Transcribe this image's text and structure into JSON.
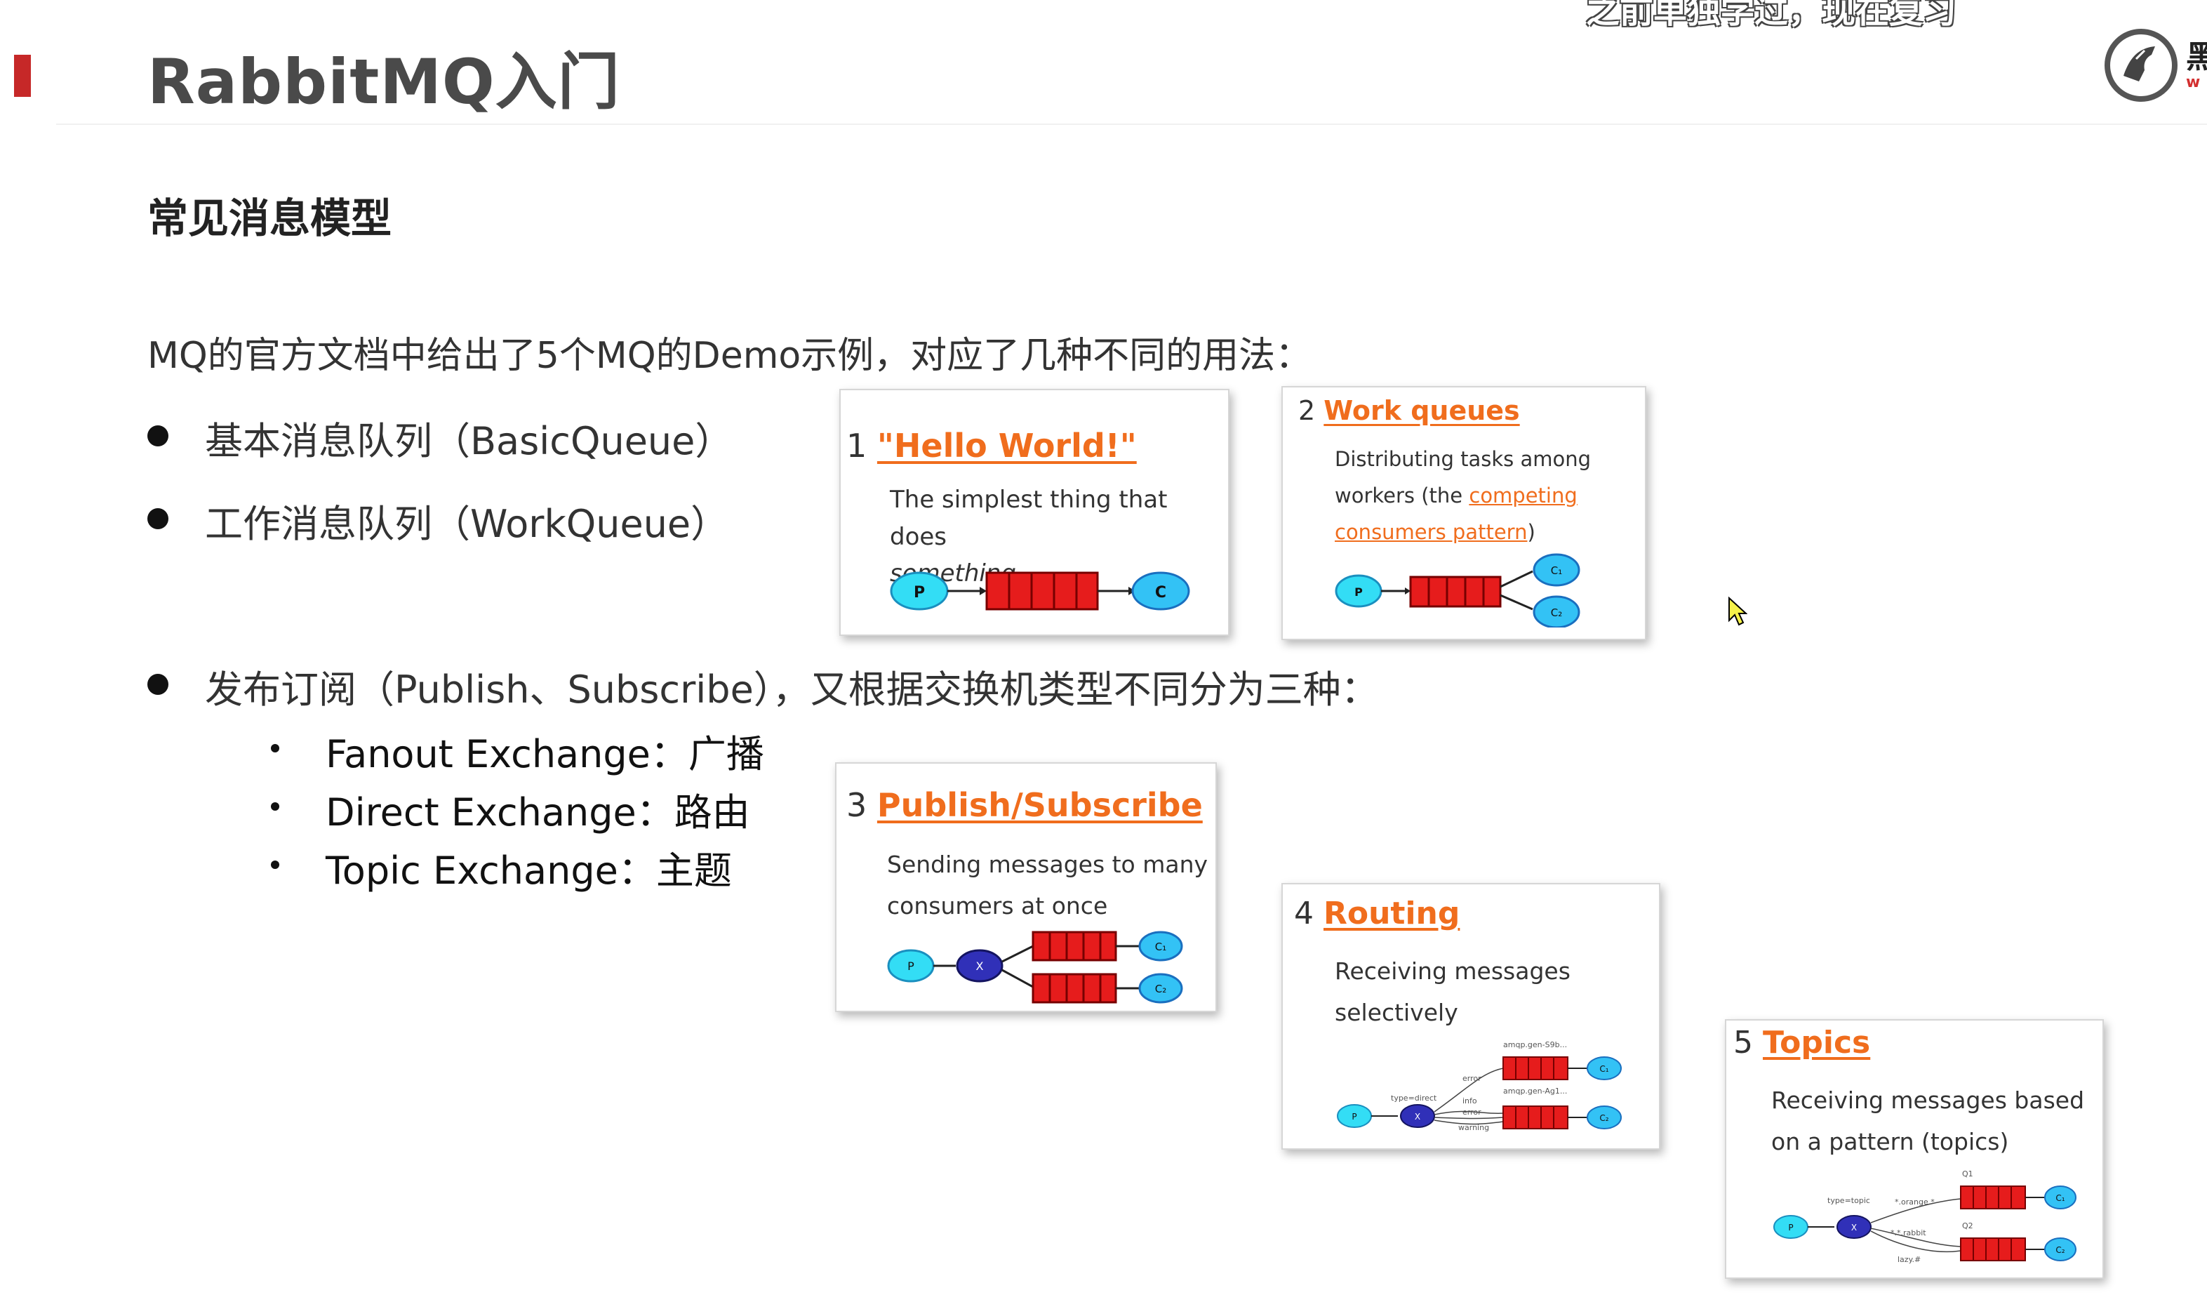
{
  "header": {
    "title": "RabbitMQ入门",
    "overlay_subtitle": "之前单独学过，现在复习",
    "brand_text": "黑",
    "brand_subtext": "w"
  },
  "section": {
    "heading": "常见消息模型",
    "intro": "MQ的官方文档中给出了5个MQ的Demo示例，对应了几种不同的用法："
  },
  "bullets": {
    "basic_queue": "基本消息队列（BasicQueue）",
    "work_queue": "工作消息队列（WorkQueue）",
    "publish_subscribe": "发布订阅（Publish、Subscribe），又根据交换机类型不同分为三种："
  },
  "sub_bullets": {
    "fanout": "Fanout Exchange：广播",
    "direct": "Direct Exchange：路由",
    "topic": "Topic Exchange：主题"
  },
  "cards": {
    "hello_world": {
      "number": "1",
      "title": "\"Hello World!\"",
      "desc_line1": "The simplest thing that does",
      "desc_line2": "something",
      "producer": "P",
      "consumer": "C"
    },
    "work_queues": {
      "number": "2",
      "title": "Work queues",
      "desc_line1": "Distributing tasks among",
      "desc_line2_prefix": "workers (the ",
      "desc_line2_link": "competing",
      "desc_line3_link": "consumers pattern",
      "desc_line3_suffix": ")",
      "producer": "P",
      "consumer1": "C₁",
      "consumer2": "C₂"
    },
    "publish_subscribe": {
      "number": "3",
      "title": "Publish/Subscribe",
      "desc_line1": "Sending messages to many",
      "desc_line2": "consumers at once",
      "producer": "P",
      "exchange": "X",
      "consumer1": "C₁",
      "consumer2": "C₂"
    },
    "routing": {
      "number": "4",
      "title": "Routing",
      "desc_line1": "Receiving messages",
      "desc_line2": "selectively",
      "producer": "P",
      "exchange": "X",
      "exchange_type": "type=direct",
      "queue1_name": "amqp.gen-S9b...",
      "queue2_name": "amqp.gen-Ag1...",
      "key_error": "error",
      "key_info": "info",
      "key_error2": "error",
      "key_warning": "warning",
      "consumer1": "C₁",
      "consumer2": "C₂"
    },
    "topics": {
      "number": "5",
      "title": "Topics",
      "desc_line1": "Receiving messages based",
      "desc_line2": "on a pattern (topics)",
      "producer": "P",
      "exchange": "X",
      "exchange_type": "type=topic",
      "queue1_name": "Q1",
      "queue2_name": "Q2",
      "key_orange": "*.orange.*",
      "key_rabbit": "*.*.rabbit",
      "key_lazy": "lazy.#",
      "consumer1": "C₁",
      "consumer2": "C₂"
    }
  },
  "colors": {
    "accent_red": "#c62828",
    "link_orange": "#f06d1d",
    "producer_cyan": "#33ddf5",
    "consumer_cyan": "#33c2f5",
    "exchange_blue": "#3030b8",
    "queue_red": "#e61c1c"
  }
}
